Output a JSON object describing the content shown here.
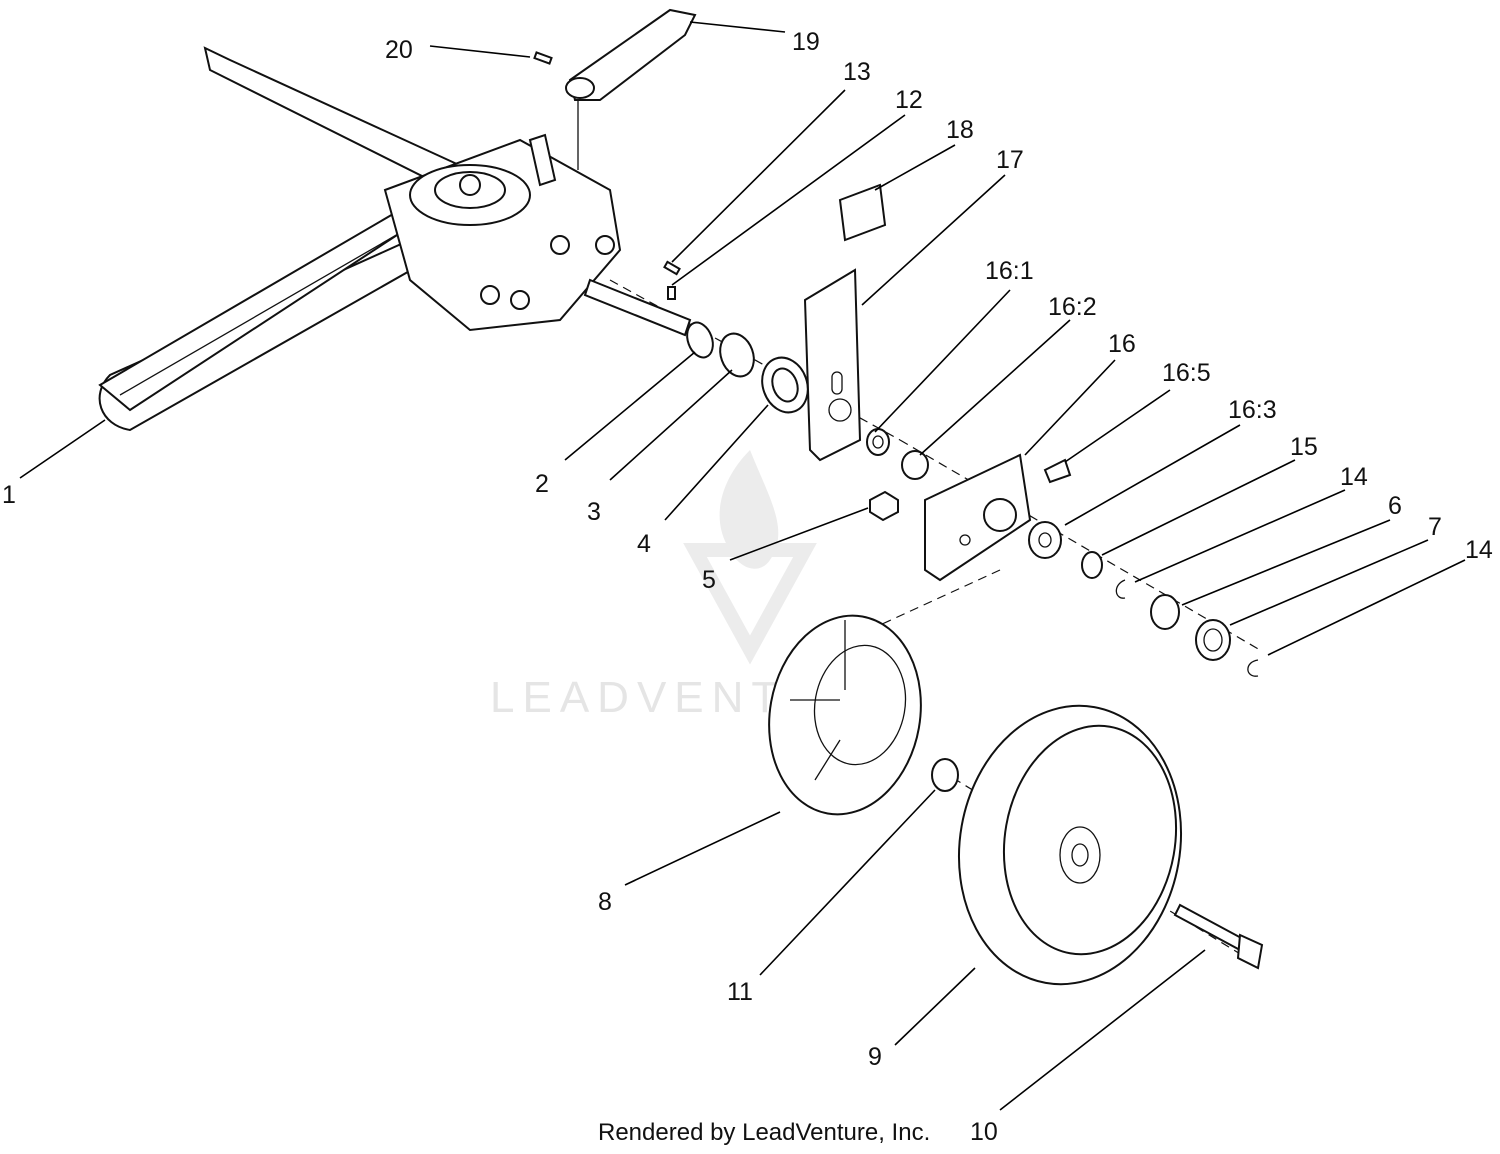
{
  "watermark": {
    "text": "LEADVENTURE"
  },
  "credit": "Rendered by LeadVenture, Inc.",
  "callouts": {
    "c1": "1",
    "c2": "2",
    "c3": "3",
    "c4": "4",
    "c5": "5",
    "c6": "6",
    "c7": "7",
    "c8": "8",
    "c9": "9",
    "c10": "10",
    "c11": "11",
    "c12": "12",
    "c13": "13",
    "c14a": "14",
    "c14b": "14",
    "c15": "15",
    "c16": "16",
    "c16_1": "16:1",
    "c16_2": "16:2",
    "c16_3": "16:3",
    "c16_5": "16:5",
    "c17": "17",
    "c18": "18",
    "c19": "19",
    "c20": "20"
  }
}
